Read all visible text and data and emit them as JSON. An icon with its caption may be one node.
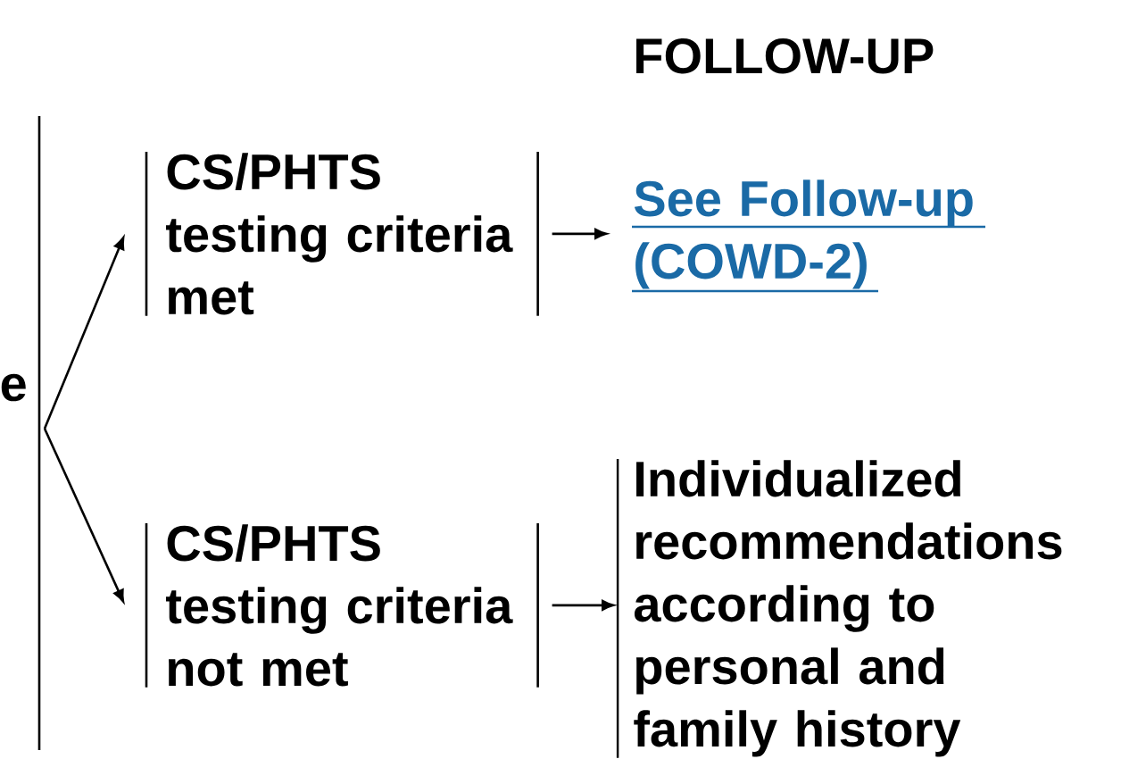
{
  "diagram": {
    "title": "FOLLOW-UP",
    "nodes": [
      {
        "text": [
          "e"
        ]
      },
      {
        "text": [
          "CS/PHTS testing criteria met"
        ]
      },
      {
        "text": [
          "See Follow-up (COWD-2)"
        ]
      },
      {
        "text": [
          "CS/PHTS testing criteria not met"
        ]
      },
      {
        "text": [
          "Individualized recommendations according to personal and family history"
        ]
      }
    ],
    "edges": [
      {
        "from": 0,
        "to": 1,
        "arrow": "to"
      },
      {
        "from": 0,
        "to": 3,
        "arrow": "to"
      },
      {
        "from": 1,
        "to": 2,
        "arrow": "to"
      },
      {
        "from": 3,
        "to": 4,
        "arrow": "to"
      }
    ]
  }
}
